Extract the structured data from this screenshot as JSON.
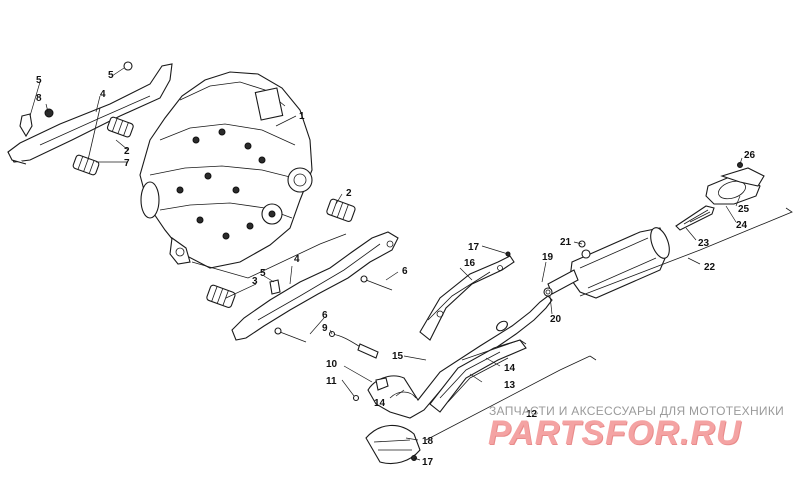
{
  "diagram": {
    "callouts": {
      "c1": "1",
      "c2a": "2",
      "c2b": "2",
      "c3": "3",
      "c4a": "4",
      "c4b": "4",
      "c5a": "5",
      "c5b": "5",
      "c5c": "5",
      "c6a": "6",
      "c6b": "6",
      "c7": "7",
      "c8": "8",
      "c9": "9",
      "c10": "10",
      "c11": "11",
      "c12": "12",
      "c13": "13",
      "c14a": "14",
      "c14b": "14",
      "c15": "15",
      "c16": "16",
      "c17a": "17",
      "c17b": "17",
      "c18": "18",
      "c19": "19",
      "c20": "20",
      "c21": "21",
      "c22": "22",
      "c23": "23",
      "c24": "24",
      "c25": "25",
      "c26": "26"
    }
  },
  "watermark": {
    "caption": "ЗАПЧАСТИ И АКСЕССУАРЫ ДЛЯ МОТОТЕХНИКИ",
    "logo": "PARTSFOR.RU",
    "logo_color": "#f4a3a3"
  }
}
